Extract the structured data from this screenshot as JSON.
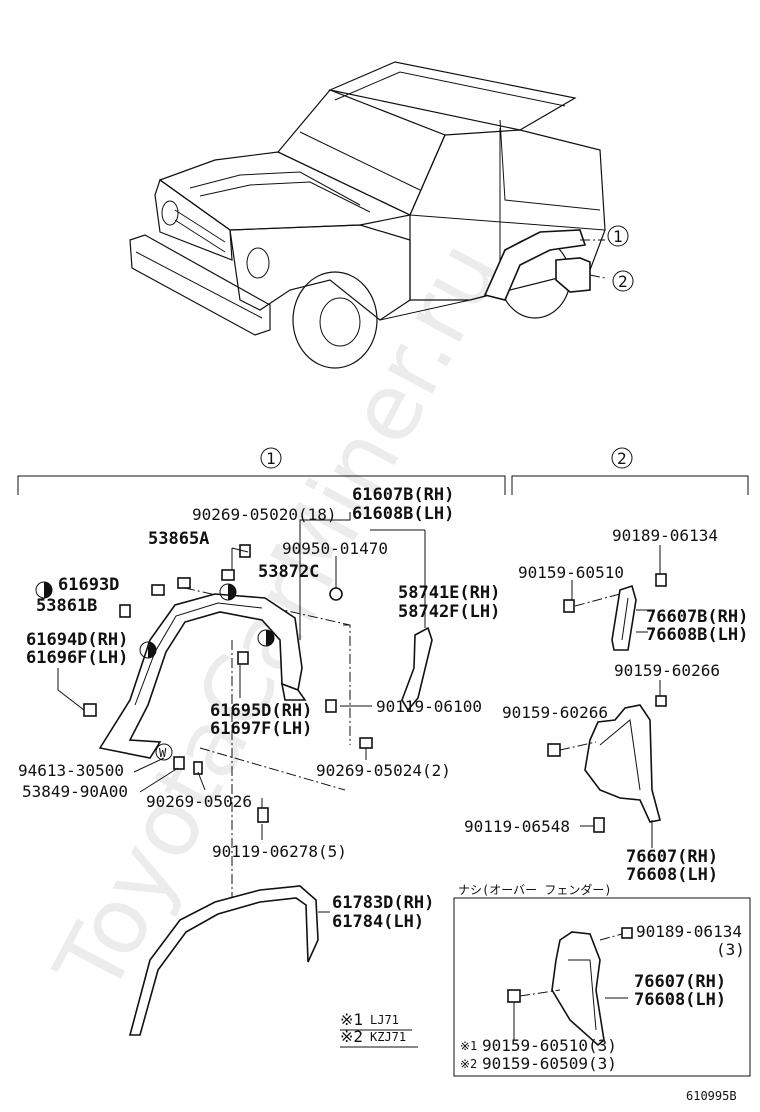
{
  "watermark": "ToyotaCarMiner.ru",
  "callouts": {
    "one": "1",
    "two": "2"
  },
  "group_one_parts": {
    "p61607": "61607B(RH)",
    "p61608": "61608B(LH)",
    "p90269_05020": "90269-05020(18)",
    "p53865": "53865A",
    "p90950": "90950-01470",
    "p53872": "53872C",
    "p61693": "61693D",
    "p53861": "53861B",
    "p58741": "58741E(RH)",
    "p58742": "58742F(LH)",
    "p61694": "61694D(RH)",
    "p61696": "61696F(LH)",
    "p61695": "61695D(RH)",
    "p61697": "61697F(LH)",
    "p90119_06100": "90119-06100",
    "p94613": "94613-30500",
    "p90269_05024": "90269-05024(2)",
    "p53849": "53849-90A00",
    "p90269_05026": "90269-05026",
    "p90119_06278": "90119-06278(5)",
    "p61783": "61783D(RH)",
    "p61784": "61784(LH)"
  },
  "group_two_parts": {
    "p90189_06134": "90189-06134",
    "p90159_60510": "90159-60510",
    "p76607b": "76607B(RH)",
    "p76608b": "76608B(LH)",
    "p90159_60266a": "90159-60266",
    "p90159_60266b": "90159-60266",
    "p90119_06548": "90119-06548",
    "p76607": "76607(RH)",
    "p76608": "76608(LH)"
  },
  "inset": {
    "title": "ナシ(オーバー フェンダー)",
    "p90189_06134": "90189-06134",
    "qty3": "(3)",
    "p76607": "76607(RH)",
    "p76608": "76608(LH)",
    "mark1": "※1",
    "mark2": "※2",
    "p90159_60510": "90159-60510(3)",
    "p90159_60509": "90159-60509(3)"
  },
  "notes": {
    "n1_mark": "※1",
    "n1_text": "LJ71",
    "n2_mark": "※2",
    "n2_text": "KZJ71"
  },
  "icons": {
    "half_circle": "half-filled-circle-icon",
    "washer": "w-washer-icon"
  },
  "w_mark": "W",
  "figure_code": "610995B"
}
